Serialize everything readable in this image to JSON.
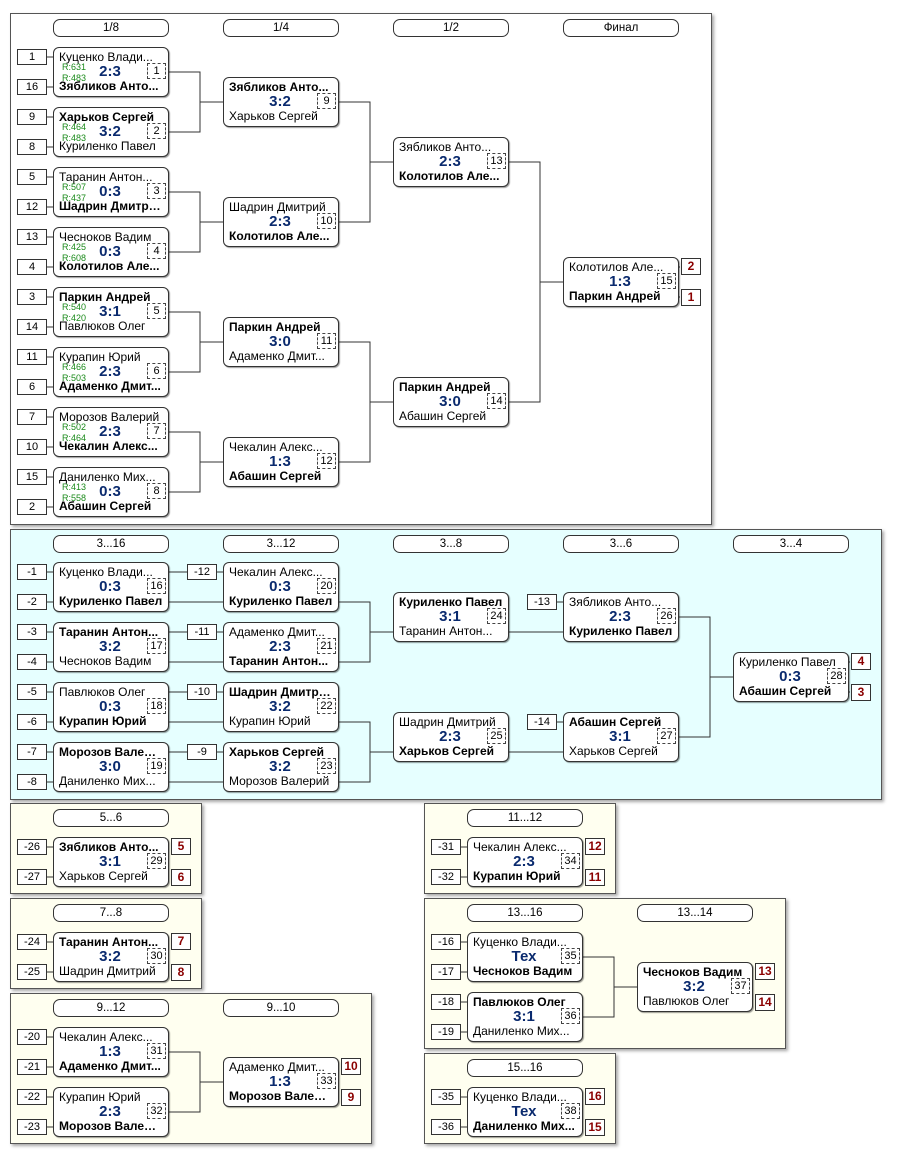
{
  "rounds": {
    "r8": "1/8",
    "r4": "1/4",
    "r2": "1/2",
    "final": "Финал",
    "c316": "3...16",
    "c312": "3...12",
    "c38": "3...8",
    "c36": "3...6",
    "c34": "3...4",
    "c56": "5...6",
    "c78": "7...8",
    "c912": "9...12",
    "c910": "9...10",
    "c1112": "11...12",
    "c1316": "13...16",
    "c1314": "13...14",
    "c1516": "15...16"
  },
  "seeds": {
    "s1": "1",
    "s16": "16",
    "s9": "9",
    "s8": "8",
    "s5": "5",
    "s12": "12",
    "s13": "13",
    "s4": "4",
    "s3": "3",
    "s14": "14",
    "s11": "11",
    "s6": "6",
    "s7": "7",
    "s10": "10",
    "s15": "15",
    "s2": "2",
    "m1": "-1",
    "m2": "-2",
    "m3": "-3",
    "m4": "-4",
    "m5": "-5",
    "m6": "-6",
    "m7": "-7",
    "m8": "-8",
    "m9": "-9",
    "m10": "-10",
    "m11": "-11",
    "m12": "-12",
    "m13": "-13",
    "m14": "-14",
    "m16": "-16",
    "m17": "-17",
    "m18": "-18",
    "m19": "-19",
    "m20": "-20",
    "m21": "-21",
    "m22": "-22",
    "m23": "-23",
    "m24": "-24",
    "m25": "-25",
    "m26": "-26",
    "m27": "-27",
    "m31": "-31",
    "m32": "-32",
    "m35": "-35",
    "m36": "-36"
  },
  "matches": {
    "m1": {
      "p1": "Куценко Влади...",
      "p2": "Зябликов Анто...",
      "score": "2:3",
      "num": "1",
      "r1": "R:631",
      "r2": "R:483"
    },
    "m2": {
      "p1": "Харьков Сергей",
      "p2": "Куриленко Павел",
      "score": "3:2",
      "num": "2",
      "r1": "R:464",
      "r2": "R:483"
    },
    "m3": {
      "p1": "Таранин Антон...",
      "p2": "Шадрин Дмитрий",
      "score": "0:3",
      "num": "3",
      "r1": "R:507",
      "r2": "R:437"
    },
    "m4": {
      "p1": "Чесноков Вадим",
      "p2": "Колотилов Але...",
      "score": "0:3",
      "num": "4",
      "r1": "R:425",
      "r2": "R:608"
    },
    "m5": {
      "p1": "Паркин Андрей",
      "p2": "Павлюков Олег",
      "score": "3:1",
      "num": "5",
      "r1": "R:540",
      "r2": "R:420"
    },
    "m6": {
      "p1": "Курапин Юрий",
      "p2": "Адаменко Дмит...",
      "score": "2:3",
      "num": "6",
      "r1": "R:466",
      "r2": "R:503"
    },
    "m7": {
      "p1": "Морозов Валерий",
      "p2": "Чекалин Алекс...",
      "score": "2:3",
      "num": "7",
      "r1": "R:502",
      "r2": "R:464"
    },
    "m8": {
      "p1": "Даниленко Мих...",
      "p2": "Абашин Сергей",
      "score": "0:3",
      "num": "8",
      "r1": "R:413",
      "r2": "R:558"
    },
    "m9": {
      "p1": "Зябликов Анто...",
      "p2": "Харьков Сергей",
      "score": "3:2",
      "num": "9"
    },
    "m10": {
      "p1": "Шадрин Дмитрий",
      "p2": "Колотилов Але...",
      "score": "2:3",
      "num": "10"
    },
    "m11": {
      "p1": "Паркин Андрей",
      "p2": "Адаменко Дмит...",
      "score": "3:0",
      "num": "11"
    },
    "m12": {
      "p1": "Чекалин Алекс...",
      "p2": "Абашин Сергей",
      "score": "1:3",
      "num": "12"
    },
    "m13": {
      "p1": "Зябликов Анто...",
      "p2": "Колотилов Але...",
      "score": "2:3",
      "num": "13"
    },
    "m14": {
      "p1": "Паркин Андрей",
      "p2": "Абашин Сергей",
      "score": "3:0",
      "num": "14"
    },
    "m15": {
      "p1": "Колотилов Але...",
      "p2": "Паркин Андрей",
      "score": "1:3",
      "num": "15",
      "pl1": "2",
      "pl2": "1"
    },
    "m16": {
      "p1": "Куценко Влади...",
      "p2": "Куриленко Павел",
      "score": "0:3",
      "num": "16"
    },
    "m17": {
      "p1": "Таранин Антон...",
      "p2": "Чесноков Вадим",
      "score": "3:2",
      "num": "17"
    },
    "m18": {
      "p1": "Павлюков Олег",
      "p2": "Курапин Юрий",
      "score": "0:3",
      "num": "18"
    },
    "m19": {
      "p1": "Морозов Валерий",
      "p2": "Даниленко Мих...",
      "score": "3:0",
      "num": "19"
    },
    "m20": {
      "p1": "Чекалин Алекс...",
      "p2": "Куриленко Павел",
      "score": "0:3",
      "num": "20"
    },
    "m21": {
      "p1": "Адаменко Дмит...",
      "p2": "Таранин Антон...",
      "score": "2:3",
      "num": "21"
    },
    "m22": {
      "p1": "Шадрин Дмитрий",
      "p2": "Курапин Юрий",
      "score": "3:2",
      "num": "22"
    },
    "m23": {
      "p1": "Харьков Сергей",
      "p2": "Морозов Валерий",
      "score": "3:2",
      "num": "23"
    },
    "m24": {
      "p1": "Куриленко Павел",
      "p2": "Таранин Антон...",
      "score": "3:1",
      "num": "24"
    },
    "m25": {
      "p1": "Шадрин Дмитрий",
      "p2": "Харьков Сергей",
      "score": "2:3",
      "num": "25"
    },
    "m26": {
      "p1": "Зябликов Анто...",
      "p2": "Куриленко Павел",
      "score": "2:3",
      "num": "26"
    },
    "m27": {
      "p1": "Абашин Сергей",
      "p2": "Харьков Сергей",
      "score": "3:1",
      "num": "27"
    },
    "m28": {
      "p1": "Куриленко Павел",
      "p2": "Абашин Сергей",
      "score": "0:3",
      "num": "28",
      "pl1": "4",
      "pl2": "3"
    },
    "m29": {
      "p1": "Зябликов Анто...",
      "p2": "Харьков Сергей",
      "score": "3:1",
      "num": "29",
      "pl1": "5",
      "pl2": "6"
    },
    "m30": {
      "p1": "Таранин Антон...",
      "p2": "Шадрин Дмитрий",
      "score": "3:2",
      "num": "30",
      "pl1": "7",
      "pl2": "8"
    },
    "m31": {
      "p1": "Чекалин Алекс...",
      "p2": "Адаменко Дмит...",
      "score": "1:3",
      "num": "31"
    },
    "m32": {
      "p1": "Курапин Юрий",
      "p2": "Морозов Валерий",
      "score": "2:3",
      "num": "32"
    },
    "m33": {
      "p1": "Адаменко Дмит...",
      "p2": "Морозов Валерий",
      "score": "1:3",
      "num": "33",
      "pl1": "10",
      "pl2": "9"
    },
    "m34": {
      "p1": "Чекалин Алекс...",
      "p2": "Курапин Юрий",
      "score": "2:3",
      "num": "34",
      "pl1": "12",
      "pl2": "11"
    },
    "m35": {
      "p1": "Куценко Влади...",
      "p2": "Чесноков Вадим",
      "score": "Тех",
      "num": "35"
    },
    "m36": {
      "p1": "Павлюков Олег",
      "p2": "Даниленко Мих...",
      "score": "3:1",
      "num": "36"
    },
    "m37": {
      "p1": "Чесноков Вадим",
      "p2": "Павлюков Олег",
      "score": "3:2",
      "num": "37",
      "pl1": "13",
      "pl2": "14"
    },
    "m38": {
      "p1": "Куценко Влади...",
      "p2": "Даниленко Мих...",
      "score": "Тех",
      "num": "38",
      "pl1": "16",
      "pl2": "15"
    }
  },
  "colors": {
    "score": "#0a2a6e",
    "rating": "#1a8a1a",
    "place": "#8b0000",
    "consolation_bg": "#e6ffff",
    "lower_bg": "#fffff0"
  }
}
